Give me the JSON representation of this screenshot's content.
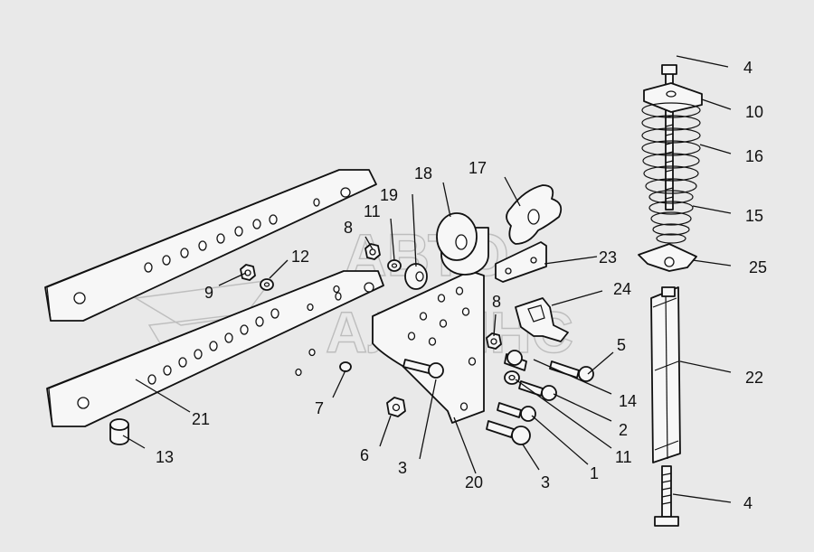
{
  "watermark": {
    "line1": "АВТО",
    "line2": "АЛЬЯНС"
  },
  "callouts": [
    {
      "id": "c4a",
      "label": "4"
    },
    {
      "id": "c10",
      "label": "10"
    },
    {
      "id": "c16",
      "label": "16"
    },
    {
      "id": "c15",
      "label": "15"
    },
    {
      "id": "c25",
      "label": "25"
    },
    {
      "id": "c22",
      "label": "22"
    },
    {
      "id": "c4b",
      "label": "4"
    },
    {
      "id": "c17",
      "label": "17"
    },
    {
      "id": "c18",
      "label": "18"
    },
    {
      "id": "c19",
      "label": "19"
    },
    {
      "id": "c11a",
      "label": "11"
    },
    {
      "id": "c8a",
      "label": "8"
    },
    {
      "id": "c12",
      "label": "12"
    },
    {
      "id": "c9",
      "label": "9"
    },
    {
      "id": "c23",
      "label": "23"
    },
    {
      "id": "c24",
      "label": "24"
    },
    {
      "id": "c8b",
      "label": "8"
    },
    {
      "id": "c5",
      "label": "5"
    },
    {
      "id": "c14",
      "label": "14"
    },
    {
      "id": "c2",
      "label": "2"
    },
    {
      "id": "c11b",
      "label": "11"
    },
    {
      "id": "c1",
      "label": "1"
    },
    {
      "id": "c3a",
      "label": "3"
    },
    {
      "id": "c20",
      "label": "20"
    },
    {
      "id": "c3b",
      "label": "3"
    },
    {
      "id": "c6",
      "label": "6"
    },
    {
      "id": "c7",
      "label": "7"
    },
    {
      "id": "c21",
      "label": "21"
    },
    {
      "id": "c13",
      "label": "13"
    }
  ]
}
